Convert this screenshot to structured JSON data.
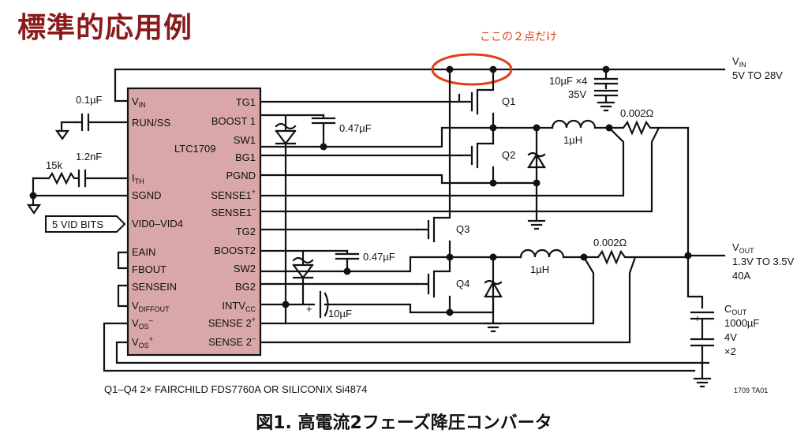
{
  "heading": "標準的応用例",
  "callout": "ここの２点だけ",
  "chip": {
    "name": "LTC1709",
    "left_pins": [
      "V",
      "RUN/SS",
      "I",
      "SGND",
      "VID0–VID4",
      "EAIN",
      "FBOUT",
      "SENSEIN",
      "V",
      "V",
      "V"
    ],
    "left_pin_subs": {
      "vin": "IN",
      "ith": "TH",
      "vdiffout": "DIFFOUT",
      "vos_minus": "OS",
      "vos_plus": "OS"
    },
    "right_pins": [
      "TG1",
      "BOOST 1",
      "SW1",
      "BG1",
      "PGND",
      "SENSE1",
      "SENSE1",
      "TG2",
      "BOOST2",
      "SW2",
      "BG2",
      "INTV",
      "SENSE 2",
      "SENSE 2"
    ],
    "intvcc_sub": "CC"
  },
  "components": {
    "cap_runss": "0.1µF",
    "res_ith": "15k",
    "cap_ith": "1.2nF",
    "vid_bus": "5 VID BITS",
    "cap_boost1": "0.47µF",
    "cap_boost2": "0.47µF",
    "cap_intvcc": "10µF",
    "cap_in": "10µF ×4",
    "cap_in_voltage": "35V",
    "inductor1": "1µH",
    "inductor2": "1µH",
    "shunt1": "0.002Ω",
    "shunt2": "0.002Ω",
    "q1": "Q1",
    "q2": "Q2",
    "q3": "Q3",
    "q4": "Q4"
  },
  "vin": {
    "label": "V",
    "sub": "IN",
    "range": "5V TO 28V"
  },
  "vout": {
    "label": "V",
    "sub": "OUT",
    "range": "1.3V TO 3.5V",
    "current": "40A"
  },
  "cout": {
    "label": "C",
    "sub": "OUT",
    "value": "1000µF",
    "voltage": "4V",
    "count": "×2"
  },
  "footnote": "Q1–Q4 2× FAIRCHILD FDS7760A OR SILICONIX Si4874",
  "ref_code": "1709 TA01",
  "caption": "図1. 高電流2フェーズ降圧コンバータ",
  "colors": {
    "heading": "#8b1a1a",
    "callout": "#e2401c",
    "chip_fill": "#d9a7a7",
    "wire": "#111111"
  }
}
